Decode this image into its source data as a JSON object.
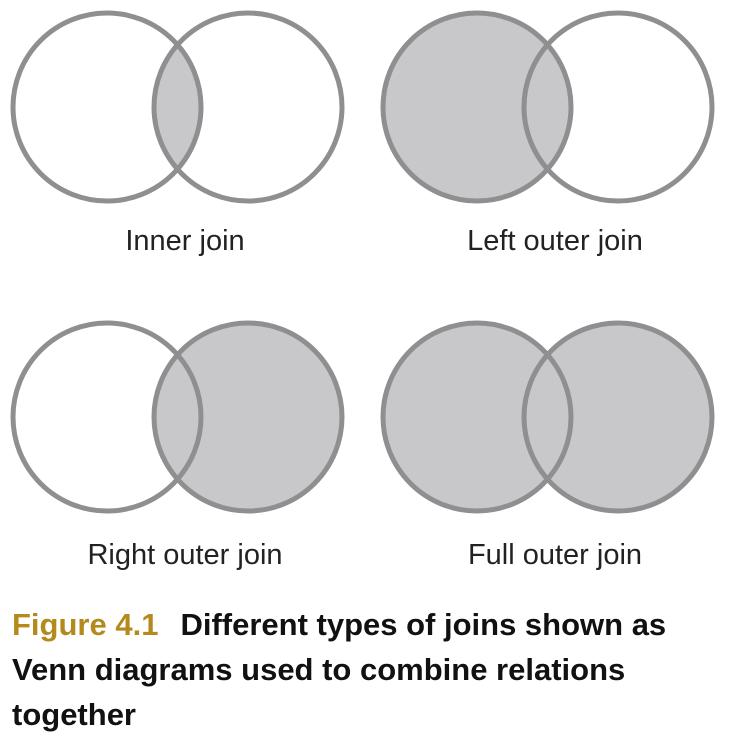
{
  "colors": {
    "stroke": "#8f8f91",
    "fill": "#c8c8ca",
    "background": "#ffffff",
    "caption_number": "#b58a1c"
  },
  "diagrams": [
    {
      "label": "Inner join",
      "fill_left": false,
      "fill_overlap": true,
      "fill_right": false
    },
    {
      "label": "Left outer join",
      "fill_left": true,
      "fill_overlap": true,
      "fill_right": false
    },
    {
      "label": "Right outer join",
      "fill_left": false,
      "fill_overlap": true,
      "fill_right": true
    },
    {
      "label": "Full outer join",
      "fill_left": true,
      "fill_overlap": true,
      "fill_right": true
    }
  ],
  "caption": {
    "number": "Figure 4.1",
    "text": "Different types of joins shown as Venn diagrams used to combine relations together"
  }
}
